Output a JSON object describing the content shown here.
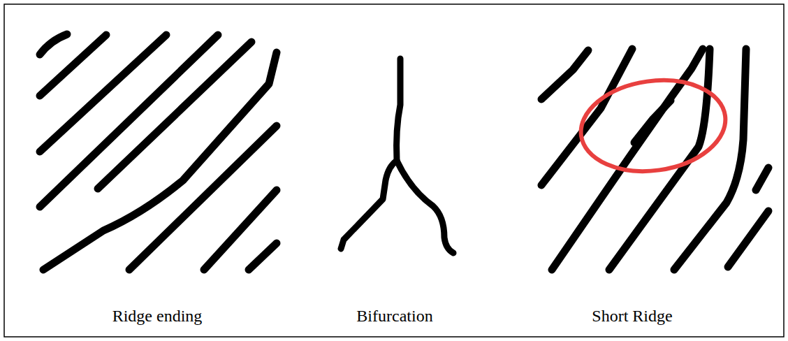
{
  "diagram": {
    "labels": [
      "Ridge ending",
      "Bifurcation",
      "Short Ridge"
    ]
  }
}
